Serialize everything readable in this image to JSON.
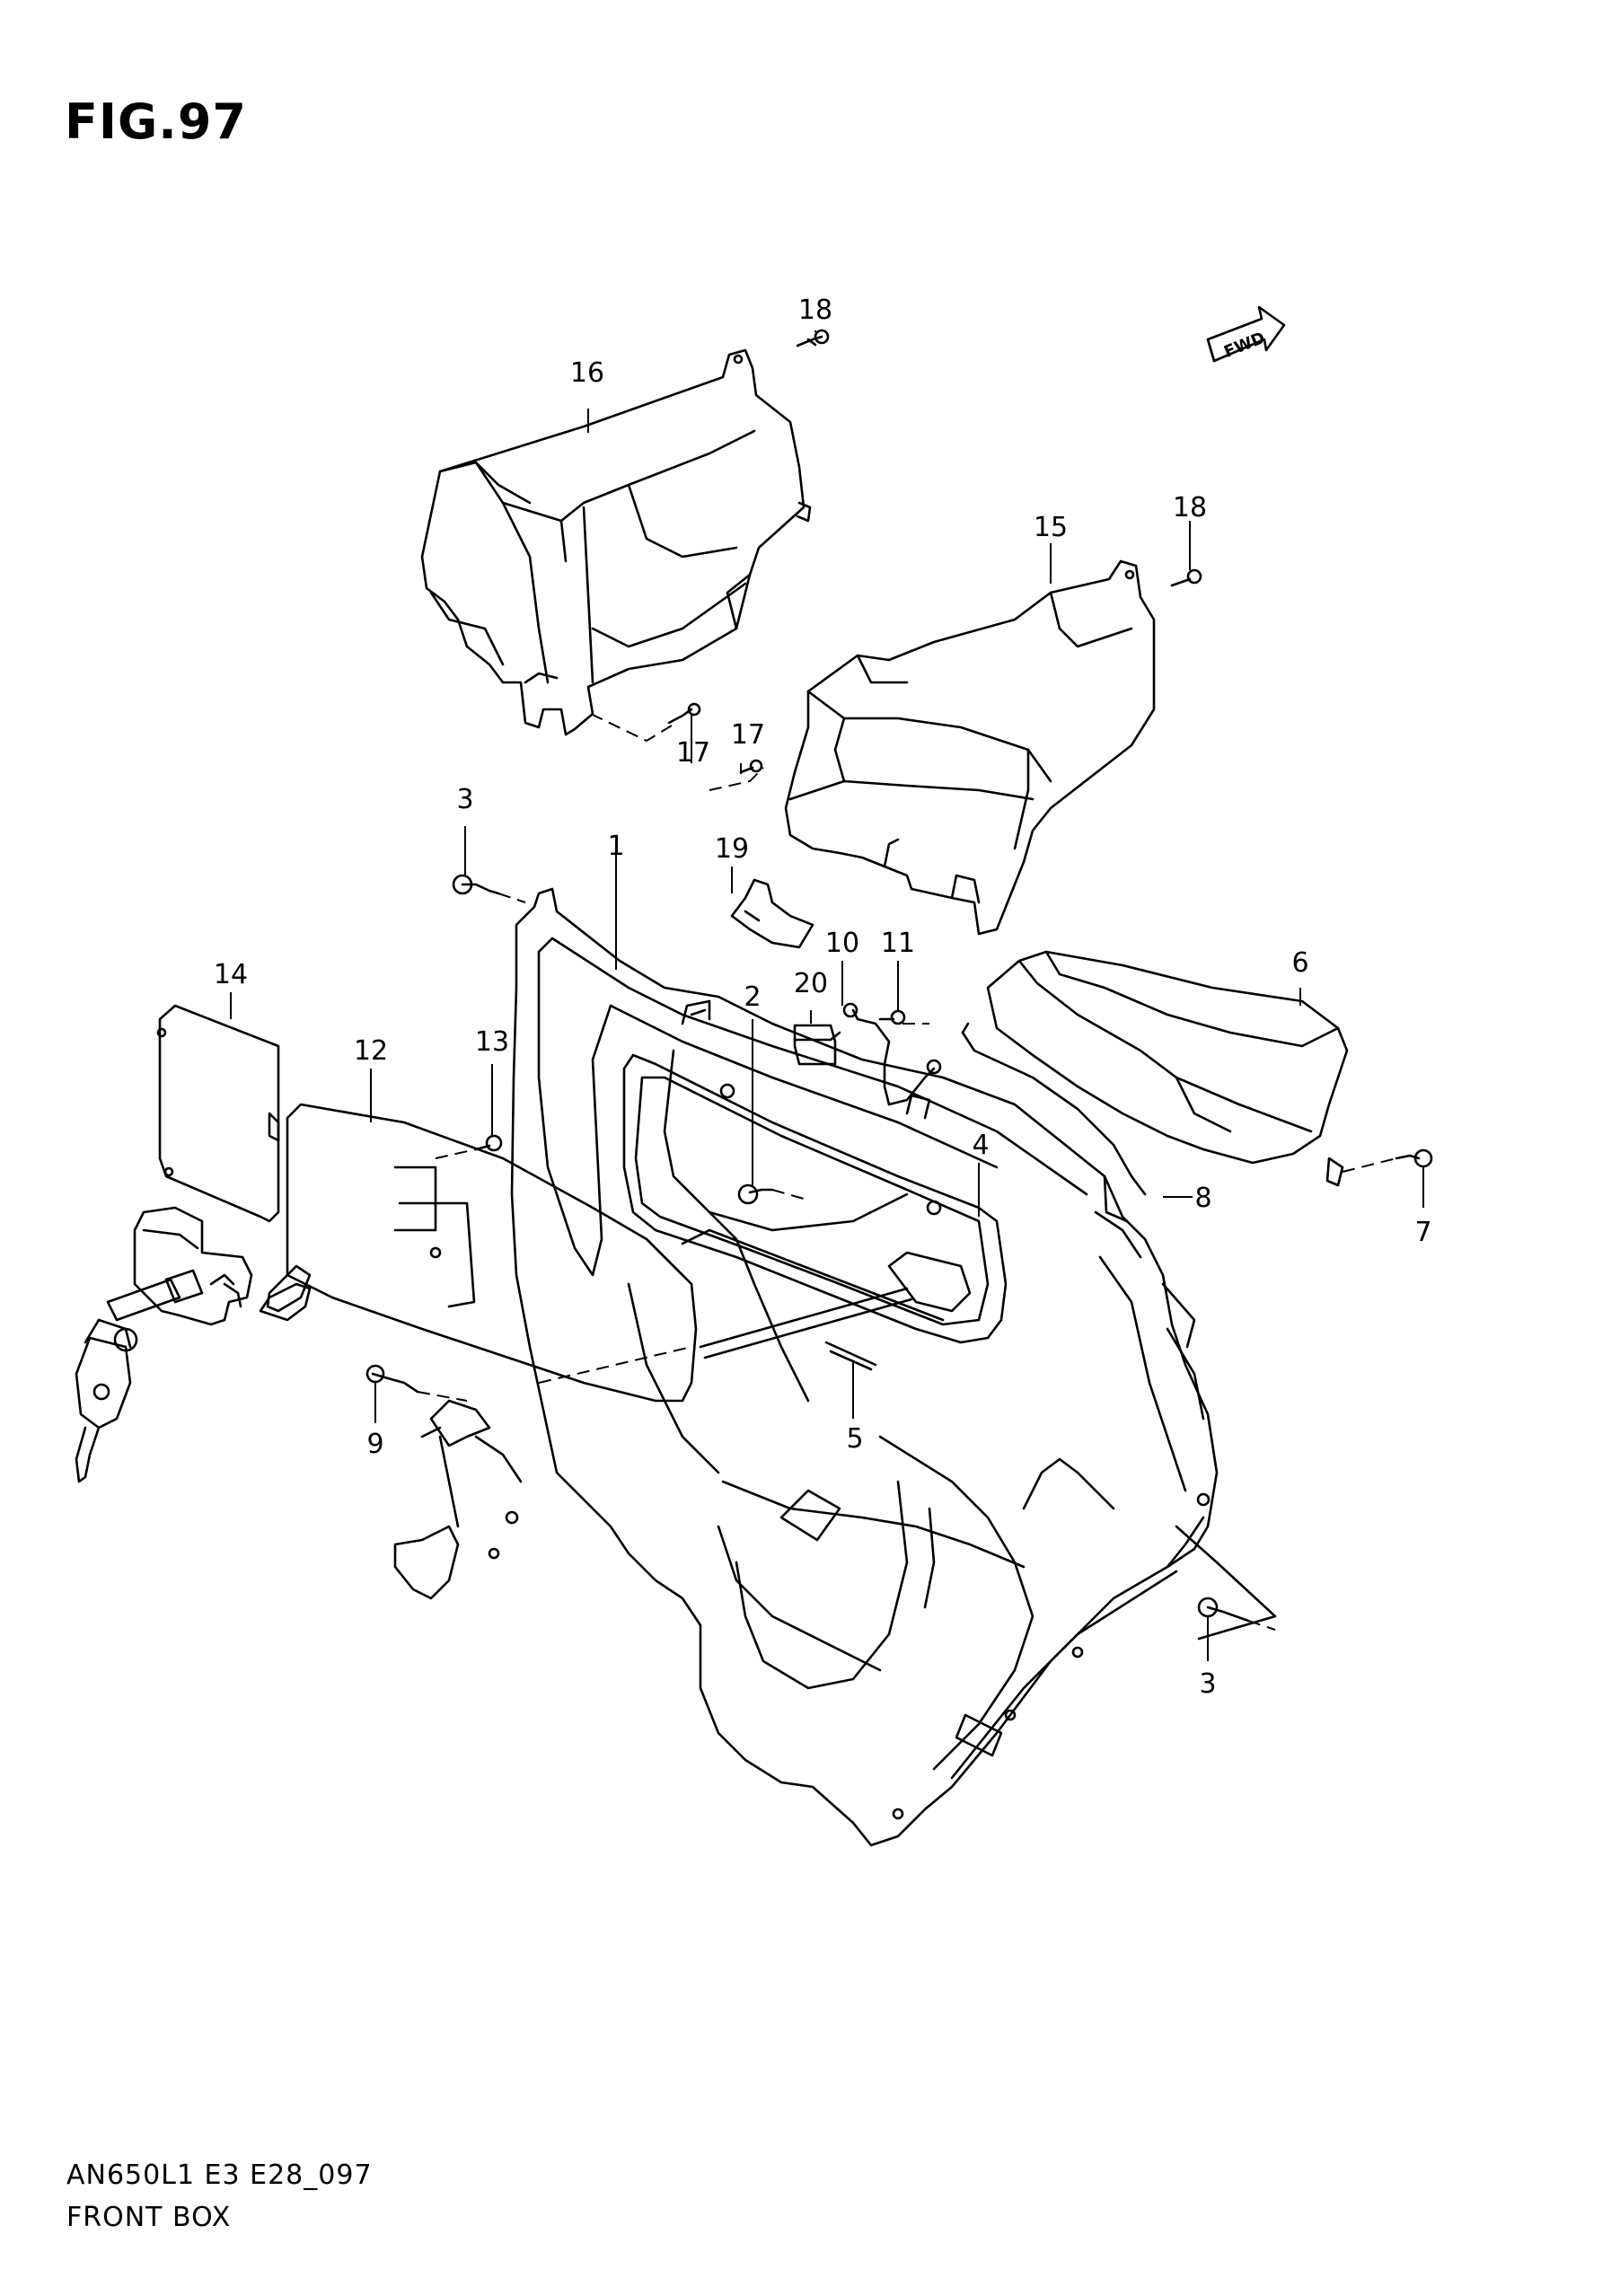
{
  "figure": {
    "title": "FIG.97"
  },
  "fwd_label": "FWD",
  "callouts": [
    {
      "id": "c18a",
      "label": "18"
    },
    {
      "id": "c16",
      "label": "16"
    },
    {
      "id": "c18b",
      "label": "18"
    },
    {
      "id": "c15",
      "label": "15"
    },
    {
      "id": "c17a",
      "label": "17"
    },
    {
      "id": "c17b",
      "label": "17"
    },
    {
      "id": "c3a",
      "label": "3"
    },
    {
      "id": "c1",
      "label": "1"
    },
    {
      "id": "c19",
      "label": "19"
    },
    {
      "id": "c10",
      "label": "10"
    },
    {
      "id": "c11",
      "label": "11"
    },
    {
      "id": "c20",
      "label": "20"
    },
    {
      "id": "c2",
      "label": "2"
    },
    {
      "id": "c6",
      "label": "6"
    },
    {
      "id": "c14",
      "label": "14"
    },
    {
      "id": "c12",
      "label": "12"
    },
    {
      "id": "c13",
      "label": "13"
    },
    {
      "id": "c4",
      "label": "4"
    },
    {
      "id": "c8",
      "label": "8"
    },
    {
      "id": "c7",
      "label": "7"
    },
    {
      "id": "c5",
      "label": "5"
    },
    {
      "id": "c9",
      "label": "9"
    },
    {
      "id": "c3b",
      "label": "3"
    }
  ],
  "footer": {
    "code": "AN650L1 E3 E28_097",
    "name": "FRONT BOX"
  }
}
